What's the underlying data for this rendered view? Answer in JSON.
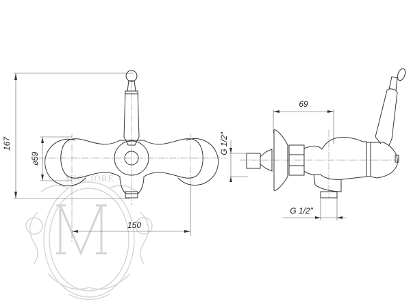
{
  "dimensions": {
    "height": "167",
    "diameter": "⌀59",
    "width_centers": "150",
    "projection": "69",
    "inlet_thread": "G 1/2\"",
    "outlet_thread": "G 1/2\""
  },
  "watermark": {
    "brand": "MIGLIORE",
    "monogram": "M"
  }
}
